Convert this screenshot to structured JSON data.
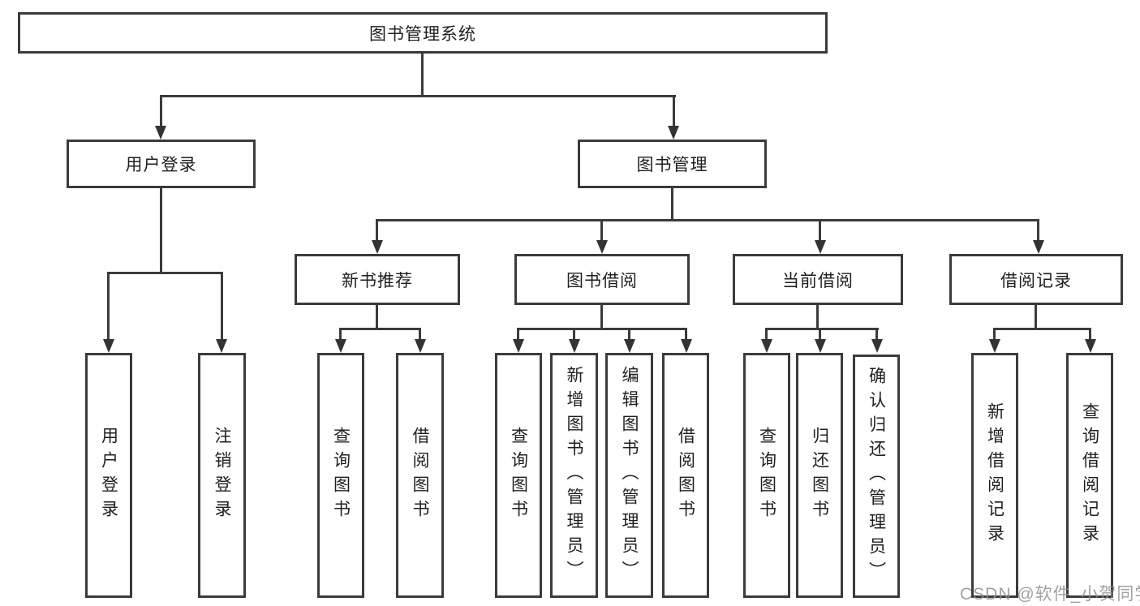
{
  "diagram": {
    "title": "图书管理系统",
    "nodes": {
      "root": "图书管理系统",
      "user_login_group": "用户登录",
      "book_mgmt": "图书管理",
      "new_book_rec": "新书推荐",
      "book_borrow": "图书借阅",
      "current_borrow": "当前借阅",
      "borrow_records": "借阅记录",
      "leaf_user_login": "用户登录",
      "leaf_logout": "注销登录",
      "leaf_query_book_1": "查询图书",
      "leaf_borrow_book_1": "借阅图书",
      "leaf_query_book_2": "查询图书",
      "leaf_add_book": "新增图书（管理员）",
      "leaf_edit_book": "编辑图书（管理员）",
      "leaf_borrow_book_2": "借阅图书",
      "leaf_query_book_3": "查询图书",
      "leaf_return_book": "归还图书",
      "leaf_confirm_return": "确认归还（管理员）",
      "leaf_add_record": "新增借阅记录",
      "leaf_query_record": "查询借阅记录"
    },
    "edges": [
      "图书管理系统→用户登录",
      "图书管理系统→图书管理",
      "用户登录→用户登录",
      "用户登录→注销登录",
      "图书管理→新书推荐",
      "图书管理→图书借阅",
      "图书管理→当前借阅",
      "图书管理→借阅记录",
      "新书推荐→查询图书",
      "新书推荐→借阅图书",
      "图书借阅→查询图书",
      "图书借阅→新增图书（管理员）",
      "图书借阅→编辑图书（管理员）",
      "图书借阅→借阅图书",
      "当前借阅→查询图书",
      "当前借阅→归还图书",
      "当前借阅→确认归还（管理员）",
      "借阅记录→新增借阅记录",
      "借阅记录→查询借阅记录"
    ],
    "colors": {
      "line": "#3b3b3b",
      "box_border": "#3b3b3b",
      "box_fill": "#ffffff",
      "text": "#1f1f1f",
      "watermark": "#919191",
      "background": "#ffffff"
    }
  },
  "watermark": "CSDN @软件_小贺同学"
}
